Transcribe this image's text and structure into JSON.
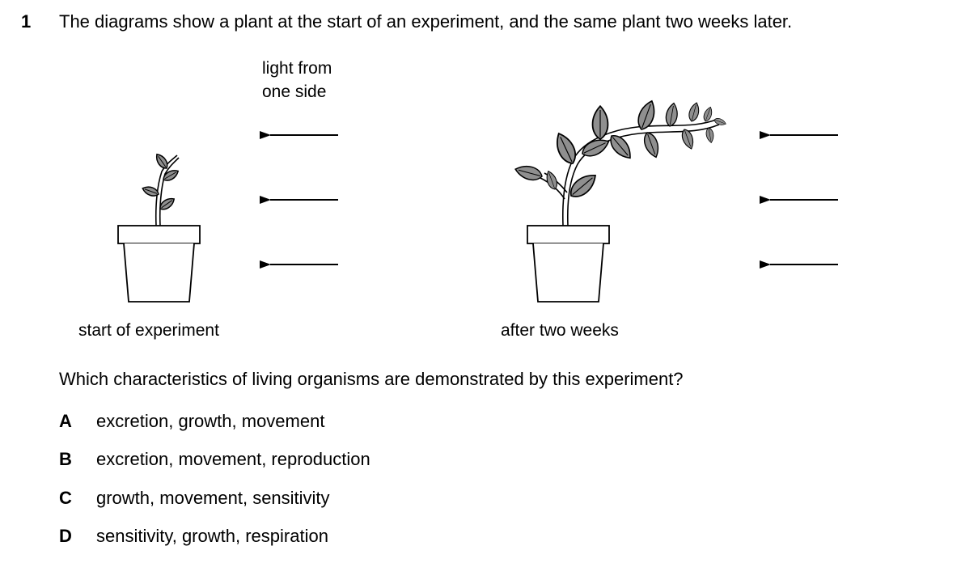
{
  "question": {
    "number": "1",
    "stem": "The diagrams show a plant at the start of an experiment, and the same plant two weeks later.",
    "prompt": "Which characteristics of living organisms are demonstrated by this experiment?"
  },
  "diagram": {
    "light_label_line1": "light from",
    "light_label_line2": "one side",
    "caption_start": "start of experiment",
    "caption_after": "after two weeks",
    "leaf_color": "#8f8f8f"
  },
  "options": [
    {
      "letter": "A",
      "text": "excretion, growth, movement"
    },
    {
      "letter": "B",
      "text": "excretion, movement, reproduction"
    },
    {
      "letter": "C",
      "text": "growth, movement, sensitivity"
    },
    {
      "letter": "D",
      "text": "sensitivity, growth, respiration"
    }
  ]
}
